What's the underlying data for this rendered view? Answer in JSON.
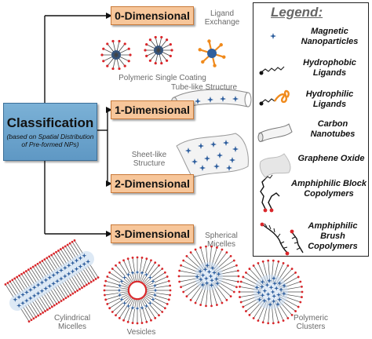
{
  "classification": {
    "title": "Classification",
    "subtitle": "(based on Spatial Distribution of Pre-formed NPs)"
  },
  "dimensions": {
    "d0": "0-Dimensional",
    "d1": "1-Dimensional",
    "d2": "2-Dimensional",
    "d3": "3-Dimensional"
  },
  "labels": {
    "ligand_exchange": "Ligand Exchange",
    "polymeric_single_coating": "Polymeric Single Coating",
    "tube_like": "Tube-like Structure",
    "sheet_like": "Sheet-like Structure",
    "spherical_micelles": "Spherical Micelles",
    "cylindrical_micelles": "Cylindrical Micelles",
    "vesicles": "Vesicles",
    "polymeric_clusters": "Polymeric Clusters"
  },
  "legend": {
    "title": "Legend:",
    "items": [
      "Magnetic Nanoparticles",
      "Hydrophobic Ligands",
      "Hydrophilic Ligands",
      "Carbon Nanotubes",
      "Graphene Oxide",
      "Amphiphilic Block Copolymers",
      "Amphiphilic Brush Copolymers"
    ]
  },
  "colors": {
    "dimension_box": "#f7c69a",
    "classification_box": "#6ea6cf",
    "nanoparticle": "#2f5f9e",
    "hydrophilic": "#f08a1c",
    "polymer_end": "#d9262a"
  }
}
